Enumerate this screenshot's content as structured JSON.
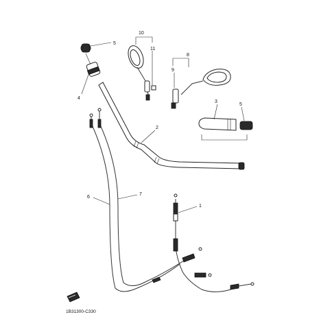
{
  "diagram": {
    "reference_code": "1B31300-C330",
    "callouts": {
      "c1": "1",
      "c2": "2",
      "c3": "3",
      "c4": "4",
      "c5a": "5",
      "c5b": "5",
      "c6": "6",
      "c7": "7",
      "c8": "8",
      "c9": "9",
      "c10": "10",
      "c11": "11"
    }
  }
}
